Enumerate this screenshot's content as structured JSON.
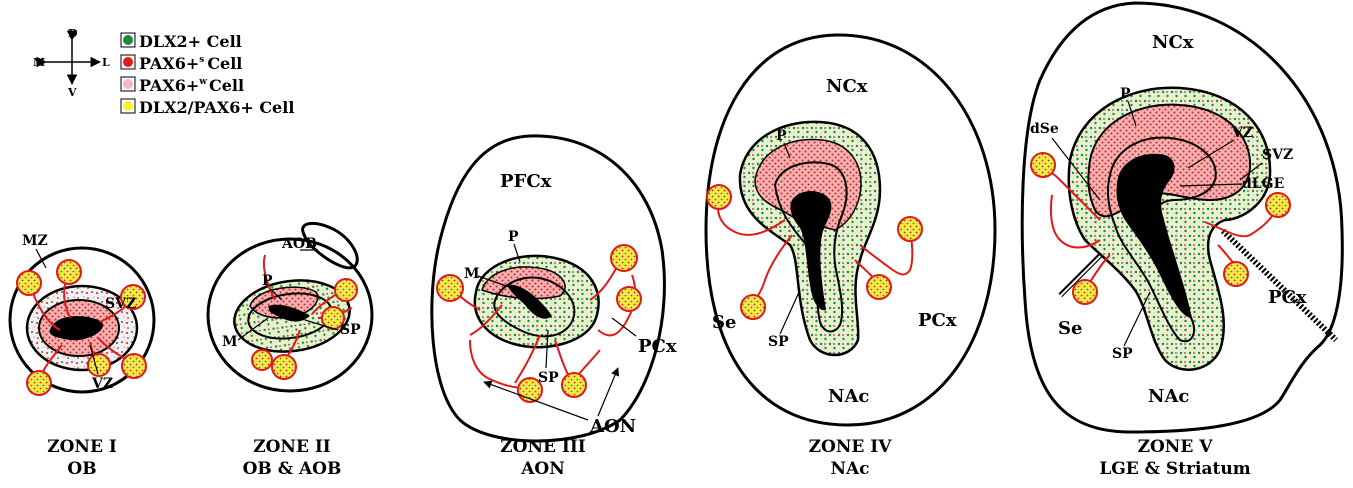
{
  "colors": {
    "dlx2": "#1b8a3a",
    "pax6_strong": "#e01a1a",
    "pax6_weak": "#f2b8cf",
    "dlx2_pax6": "#f6ef3c",
    "migration": "#e01a1a"
  },
  "compass": {
    "d": "D",
    "v": "V",
    "m": "M",
    "l": "L"
  },
  "legend": {
    "dlx2": {
      "pre": "DLX2+ Cell"
    },
    "pax6s": {
      "pre": "PAX6+",
      "sup": "s",
      "post": "Cell"
    },
    "pax6w": {
      "pre": "PAX6+",
      "sup": "w",
      "post": "Cell"
    },
    "both": {
      "pre": "DLX2/PAX6+  Cell"
    }
  },
  "zones": {
    "z1": {
      "title": "ZONE I",
      "sub": "OB",
      "labels": {
        "mz": "MZ",
        "svz": "SVZ",
        "vz": "VZ"
      }
    },
    "z2": {
      "title": "ZONE II",
      "sub": "OB & AOB",
      "labels": {
        "aob": "AOB",
        "p": "P",
        "m": "M",
        "sp": "SP"
      }
    },
    "z3": {
      "title": "ZONE III",
      "sub": "AON",
      "labels": {
        "pfcx": "PFCx",
        "p": "P",
        "m": "M",
        "sp": "SP",
        "pcx": "PCx",
        "aon": "AON"
      }
    },
    "z4": {
      "title": "ZONE IV",
      "sub": "NAc",
      "labels": {
        "ncx": "NCx",
        "p": "P",
        "se": "Se",
        "sp": "SP",
        "pcx": "PCx",
        "nac": "NAc"
      }
    },
    "z5": {
      "title": "ZONE V",
      "sub": "LGE & Striatum",
      "labels": {
        "ncx": "NCx",
        "p": "P",
        "vz": "VZ",
        "svz": "SVZ",
        "dse": "dSe",
        "dlge": "dLGE",
        "se": "Se",
        "sp": "SP",
        "pcx": "PCx",
        "nac": "NAc"
      }
    }
  }
}
